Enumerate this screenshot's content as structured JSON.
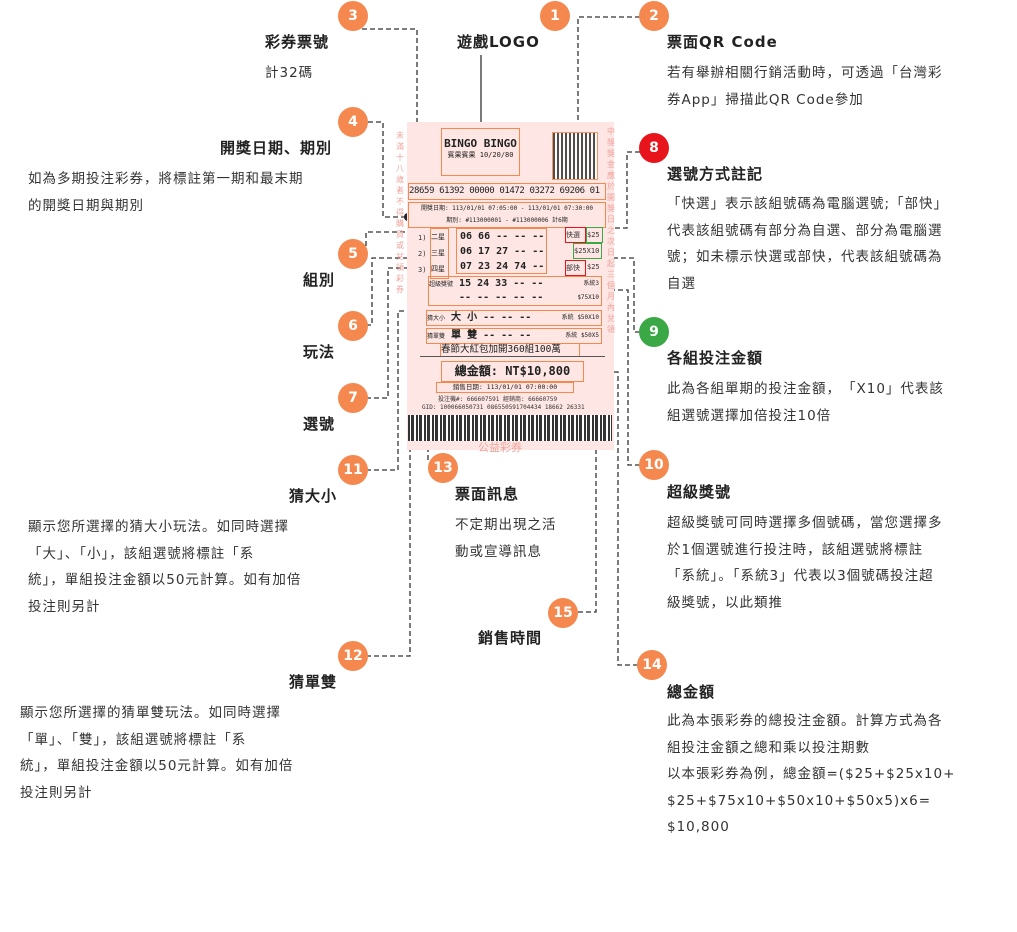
{
  "callouts": [
    {
      "n": "1",
      "title": "遊戲LOGO",
      "desc": []
    },
    {
      "n": "2",
      "title": "票面QR Code",
      "desc": [
        "若有舉辦相關行銷活動時，可透過「台灣彩",
        "券App」掃描此QR Code參加"
      ]
    },
    {
      "n": "3",
      "title": "彩券票號",
      "desc": [
        "計32碼"
      ]
    },
    {
      "n": "4",
      "title": "開獎日期、期別",
      "desc": [
        "如為多期投注彩券，將標註第一期和最末期",
        "的開獎日期與期別"
      ]
    },
    {
      "n": "5",
      "title": "組別",
      "desc": []
    },
    {
      "n": "6",
      "title": "玩法",
      "desc": []
    },
    {
      "n": "7",
      "title": "選號",
      "desc": []
    },
    {
      "n": "8",
      "title": "選號方式註記",
      "desc": [
        "「快選」表示該組號碼為電腦選號;「部快」",
        "代表該組號碼有部分為自選、部分為電腦選",
        "號；如未標示快選或部快，代表該組號碼為",
        "自選"
      ]
    },
    {
      "n": "9",
      "title": "各組投注金額",
      "desc": [
        "此為各組單期的投注金額，　「X10」代表該",
        "組選號選擇加倍投注10倍"
      ]
    },
    {
      "n": "10",
      "title": "超級獎號",
      "desc": [
        "超級獎號可同時選擇多個號碼，當您選擇多",
        "於1個選號進行投注時，該組選號將標註",
        "「系統」。「系統3」代表以3個號碼投注超",
        "級獎號，以此類推"
      ]
    },
    {
      "n": "11",
      "title": "猜大小",
      "desc": [
        "顯示您所選擇的猜大小玩法。如同時選擇",
        "「大」、「小」，該組選號將標註「系",
        "統」，單組投注金額以50元計算。如有加倍",
        "投注則另計"
      ]
    },
    {
      "n": "12",
      "title": "猜單雙",
      "desc": [
        "顯示您所選擇的猜單雙玩法。如同時選擇",
        "「單」、「雙」，該組選號將標註「系",
        "統」，單組投注金額以50元計算。如有加倍",
        "投注則另計"
      ]
    },
    {
      "n": "13",
      "title": "票面訊息",
      "desc": [
        "不定期出現之活",
        "動或宣導訊息"
      ]
    },
    {
      "n": "14",
      "title": "總金額",
      "desc": [
        "此為本張彩券的總投注金額。計算方式為各",
        "組投注金額之總和乘以投注期數",
        "以本張彩券為例，總金額=($25+$25x10+",
        "$25+$75x10+$50x10+$50x5)x6=",
        "$10,800"
      ]
    },
    {
      "n": "15",
      "title": "銷售時間",
      "desc": []
    }
  ],
  "ticket": {
    "logo": "BINGO BINGO",
    "logo_sub": "賓果賓果 10/20/80",
    "serial": "28659 61392 00000 01472 03272 69206 01",
    "draw_date": "開獎日期: 113/01/01 07:05:00 - 113/01/01 07:30:00",
    "period": "期別: #113000001 - #113000006 計6期",
    "groups": [
      {
        "idx": "1)",
        "play": "二星",
        "nums": "06 66 -- -- --",
        "mark": "快選",
        "amount": "$25"
      },
      {
        "idx": "2)",
        "play": "三星",
        "nums": "06 17 27 -- --",
        "mark": "",
        "amount": "$25X10"
      },
      {
        "idx": "3)",
        "play": "四星",
        "nums": "07 23 24 74 --",
        "mark": "部快",
        "amount": "$25"
      }
    ],
    "super_label": "超級獎號",
    "super_nums": "15 24 33 -- --",
    "super_nums2": "-- -- -- -- --",
    "super_sys": "系統3",
    "super_amount": "$75X10",
    "bigsmall_label": "猜大小",
    "bigsmall": "大 小 -- -- --",
    "bigsmall_sys": "系統",
    "bigsmall_amount": "$50X10",
    "oddeven_label": "猜單雙",
    "oddeven": "單 雙 -- -- --",
    "oddeven_sys": "系統",
    "oddeven_amount": "$50X5",
    "message": "春節大紅包加開360組100萬",
    "total": "總金額: NT$10,800",
    "sale_time": "銷售日期: 113/01/01 07:00:00",
    "machine": "投注機#: 666607591 經銷商: 66660759",
    "gid": "GID: 100066050731 086550591704434 18662 26331",
    "footer": "公益彩券",
    "side_left": "未滿十八歲者不得購買或兌領彩券",
    "side_right": "中獎獎金應於開獎日之次日起三個月內兌領"
  },
  "colors": {
    "callout": "#f5884f",
    "callout_red": "#e8141c",
    "callout_green": "#3aa845",
    "ticket_bg": "#fde6e3"
  }
}
